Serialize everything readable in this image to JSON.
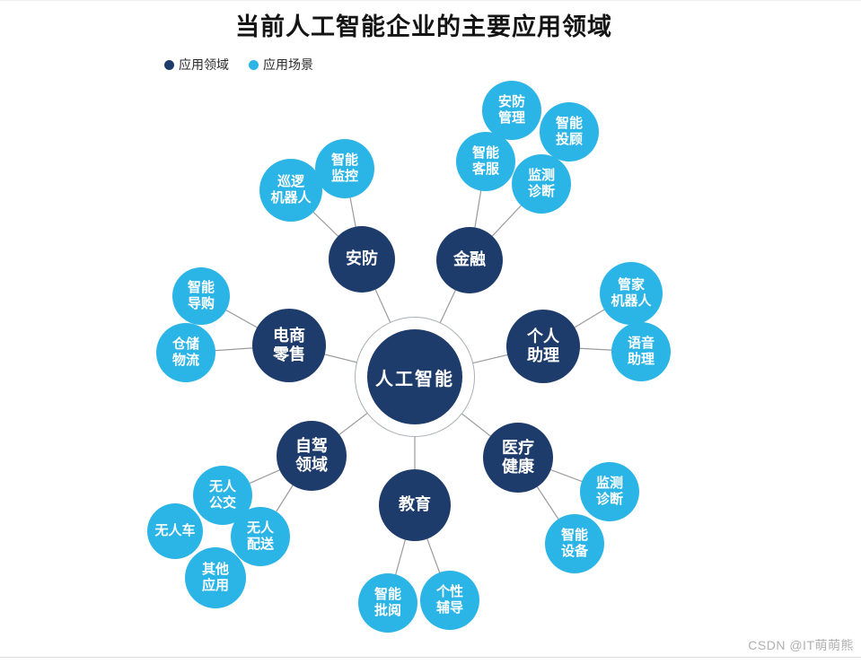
{
  "title": "当前人工智能企业的主要应用领域",
  "legend": {
    "items": [
      {
        "label": "应用领域",
        "color": "#1e3c6b"
      },
      {
        "label": "应用场景",
        "color": "#2bb5e7"
      }
    ]
  },
  "colors": {
    "category_circle": "#1e3c6b",
    "scenario_circle": "#2bb5e7",
    "connector_line": "#9b9b9b",
    "title_text": "#141414",
    "circle_text": "#ffffff"
  },
  "center": {
    "label": "人工智能"
  },
  "categories": [
    {
      "label": "安防",
      "scenarios": [
        "巡逻\n机器人",
        "智能\n监控"
      ]
    },
    {
      "label": "金融",
      "scenarios": [
        "智能\n客服",
        "安防\n管理",
        "智能\n投顾",
        "监测\n诊断"
      ]
    },
    {
      "label": "电商\n零售",
      "scenarios": [
        "智能\n导购",
        "仓储\n物流"
      ]
    },
    {
      "label": "个人\n助理",
      "scenarios": [
        "管家\n机器人",
        "语音\n助理"
      ]
    },
    {
      "label": "自驾\n领域",
      "scenarios": [
        "无人\n公交",
        "无人车",
        "无人\n配送",
        "其他\n应用"
      ]
    },
    {
      "label": "医疗\n健康",
      "scenarios": [
        "监测\n诊断",
        "智能\n设备"
      ]
    },
    {
      "label": "教育",
      "scenarios": [
        "智能\n批阅",
        "个性\n辅导"
      ]
    }
  ],
  "watermark": "CSDN @IT萌萌熊"
}
